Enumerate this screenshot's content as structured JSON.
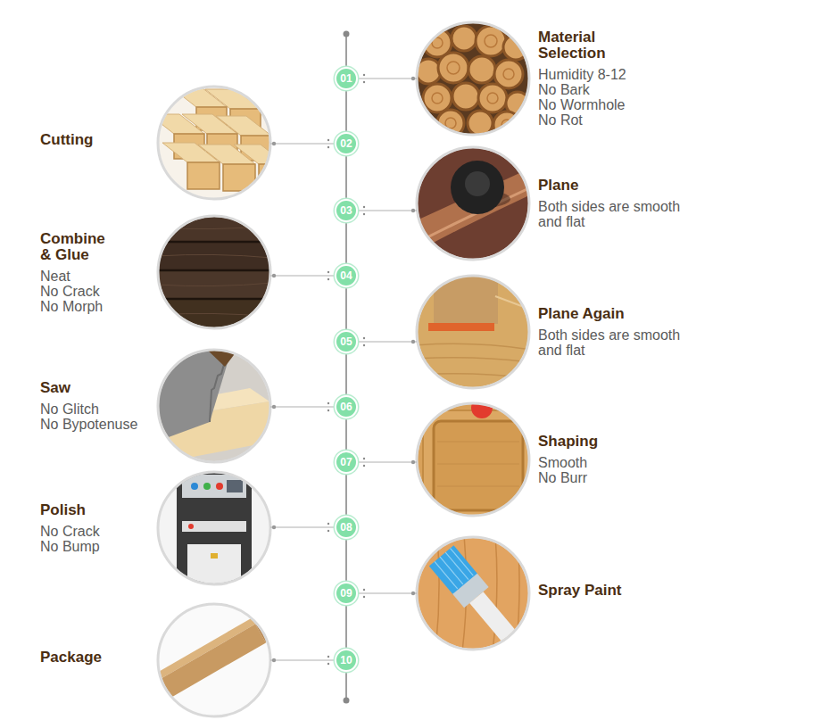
{
  "diagram": {
    "nodes": [
      {
        "text": [
          "01"
        ]
      },
      {
        "text": [
          "Material Selection",
          "Humidity 8-12",
          "No Bark",
          "No Wormhole",
          "No Rot"
        ]
      },
      {
        "text": [
          "02"
        ]
      },
      {
        "text": [
          "Cutting"
        ]
      },
      {
        "text": [
          "03"
        ]
      },
      {
        "text": [
          "Plane",
          "Both sides are smooth and flat"
        ]
      },
      {
        "text": [
          "04"
        ]
      },
      {
        "text": [
          "Combine & Glue",
          "Neat",
          "No Crack",
          "No Morph"
        ]
      },
      {
        "text": [
          "05"
        ]
      },
      {
        "text": [
          "Plane Again",
          "Both sides are smooth and flat"
        ]
      },
      {
        "text": [
          "06"
        ]
      },
      {
        "text": [
          "Saw",
          "No Glitch",
          "No Bypotenuse"
        ]
      },
      {
        "text": [
          "07"
        ]
      },
      {
        "text": [
          "Shaping",
          "Smooth",
          "No Burr"
        ]
      },
      {
        "text": [
          "08"
        ]
      },
      {
        "text": [
          "Polish",
          "No Crack",
          "No Bump"
        ]
      },
      {
        "text": [
          "09"
        ]
      },
      {
        "text": [
          "Spray Paint"
        ]
      },
      {
        "text": [
          "10"
        ]
      },
      {
        "text": [
          "Package"
        ]
      }
    ],
    "edges": [
      {
        "from": 0,
        "to": 2,
        "arrow": "none"
      },
      {
        "from": 2,
        "to": 4,
        "arrow": "none"
      },
      {
        "from": 4,
        "to": 6,
        "arrow": "none"
      },
      {
        "from": 6,
        "to": 8,
        "arrow": "none"
      },
      {
        "from": 8,
        "to": 10,
        "arrow": "none"
      },
      {
        "from": 10,
        "to": 12,
        "arrow": "none"
      },
      {
        "from": 12,
        "to": 14,
        "arrow": "none"
      },
      {
        "from": 14,
        "to": 16,
        "arrow": "none"
      },
      {
        "from": 16,
        "to": 18,
        "arrow": "none"
      },
      {
        "from": 0,
        "to": 1,
        "arrow": "none"
      },
      {
        "from": 2,
        "to": 3,
        "arrow": "none"
      },
      {
        "from": 4,
        "to": 5,
        "arrow": "none"
      },
      {
        "from": 6,
        "to": 7,
        "arrow": "none"
      },
      {
        "from": 8,
        "to": 9,
        "arrow": "none"
      },
      {
        "from": 10,
        "to": 11,
        "arrow": "none"
      },
      {
        "from": 12,
        "to": 13,
        "arrow": "none"
      },
      {
        "from": 14,
        "to": 15,
        "arrow": "none"
      },
      {
        "from": 16,
        "to": 17,
        "arrow": "none"
      },
      {
        "from": 18,
        "to": 19,
        "arrow": "none"
      }
    ]
  }
}
